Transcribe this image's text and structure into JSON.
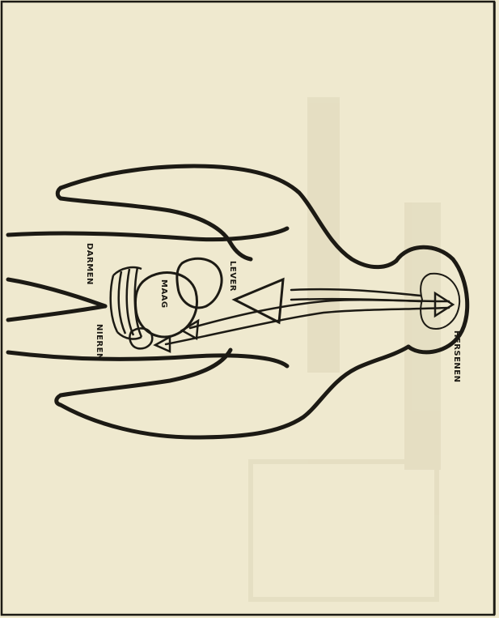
{
  "labels": {
    "hersenen": "HERSENEN",
    "lever": "LEVER",
    "maag": "MAAG",
    "darmen": "DARMEN",
    "nieren": "NIEREN"
  },
  "colors": {
    "paper": "#efe9cf",
    "ink": "#1c1a14",
    "bleed_through": "#d9d2b4"
  }
}
